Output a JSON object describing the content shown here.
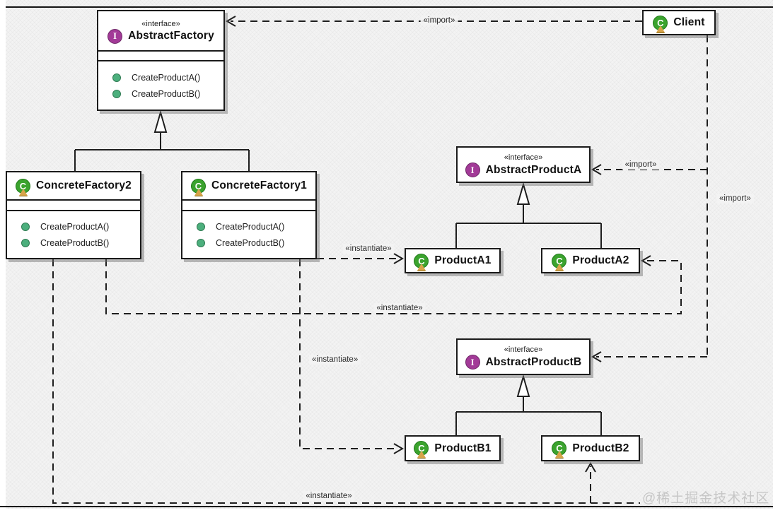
{
  "stereotypes": {
    "interface": "«interface»"
  },
  "icons": {
    "interface_letter": "I",
    "class_letter": "C"
  },
  "classes": {
    "abstract_factory": {
      "stereotype": "«interface»",
      "name": "AbstractFactory",
      "methods": [
        "CreateProductA()",
        "CreateProductB()"
      ]
    },
    "client": {
      "name": "Client"
    },
    "concrete_factory2": {
      "name": "ConcreteFactory2",
      "methods": [
        "CreateProductA()",
        "CreateProductB()"
      ]
    },
    "concrete_factory1": {
      "name": "ConcreteFactory1",
      "methods": [
        "CreateProductA()",
        "CreateProductB()"
      ]
    },
    "abstract_product_a": {
      "stereotype": "«interface»",
      "name": "AbstractProductA"
    },
    "product_a1": {
      "name": "ProductA1"
    },
    "product_a2": {
      "name": "ProductA2"
    },
    "abstract_product_b": {
      "stereotype": "«interface»",
      "name": "AbstractProductB"
    },
    "product_b1": {
      "name": "ProductB1"
    },
    "product_b2": {
      "name": "ProductB2"
    }
  },
  "edges": {
    "client_imports_factory": "«import»",
    "client_imports_product_a": "«import»",
    "client_imports_product_b": "«import»",
    "factory1_instantiates_a1": "«instantiate»",
    "factory2_instantiates_a2": "«instantiate»",
    "factory1_instantiates_b1": "«instantiate»",
    "factory2_instantiates_b2": "«instantiate»"
  },
  "colors": {
    "interface_badge": "#A23A97",
    "class_badge": "#3BA32E",
    "class_badge_triangle": "#D7A44A",
    "method_dot": "#4CAF7D",
    "line": "#1E1E1E",
    "watermark": "#C6C6C6"
  },
  "footer": {
    "watermark": "@稀土掘金技术社区"
  }
}
